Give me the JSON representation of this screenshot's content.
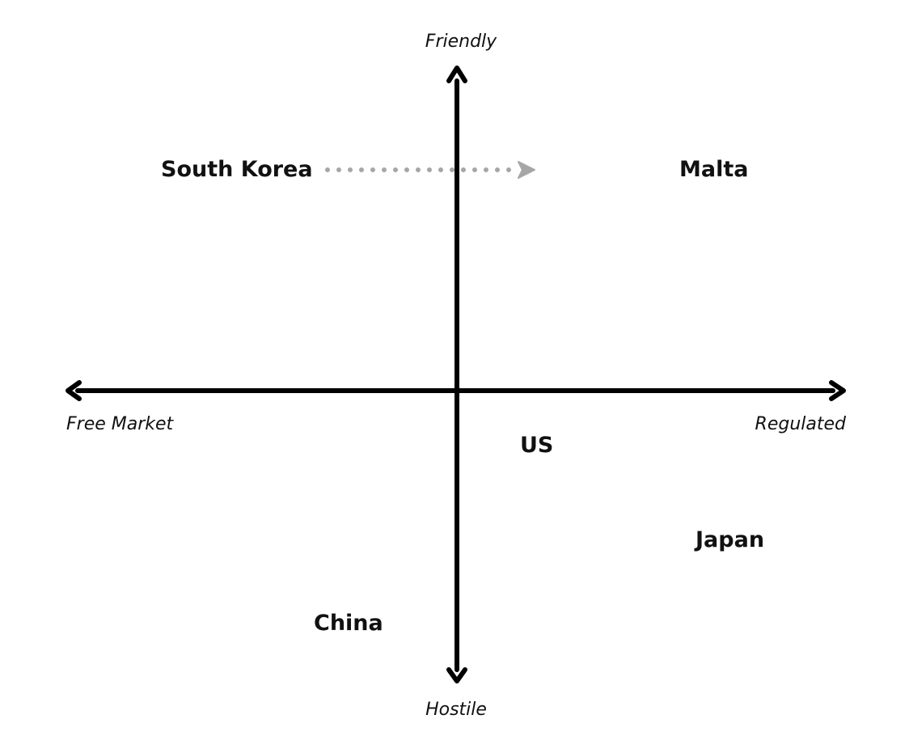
{
  "axes": {
    "top_label": "Friendly",
    "bottom_label": "Hostile",
    "left_label": "Free Market",
    "right_label": "Regulated"
  },
  "countries": [
    {
      "id": "south-korea",
      "label": "South Korea"
    },
    {
      "id": "malta",
      "label": "Malta"
    },
    {
      "id": "us",
      "label": "US"
    },
    {
      "id": "japan",
      "label": "Japan"
    },
    {
      "id": "china",
      "label": "China"
    }
  ],
  "colors": {
    "axis": "#000000",
    "text": "#111111",
    "movement_arrow": "#a6a6a6"
  }
}
